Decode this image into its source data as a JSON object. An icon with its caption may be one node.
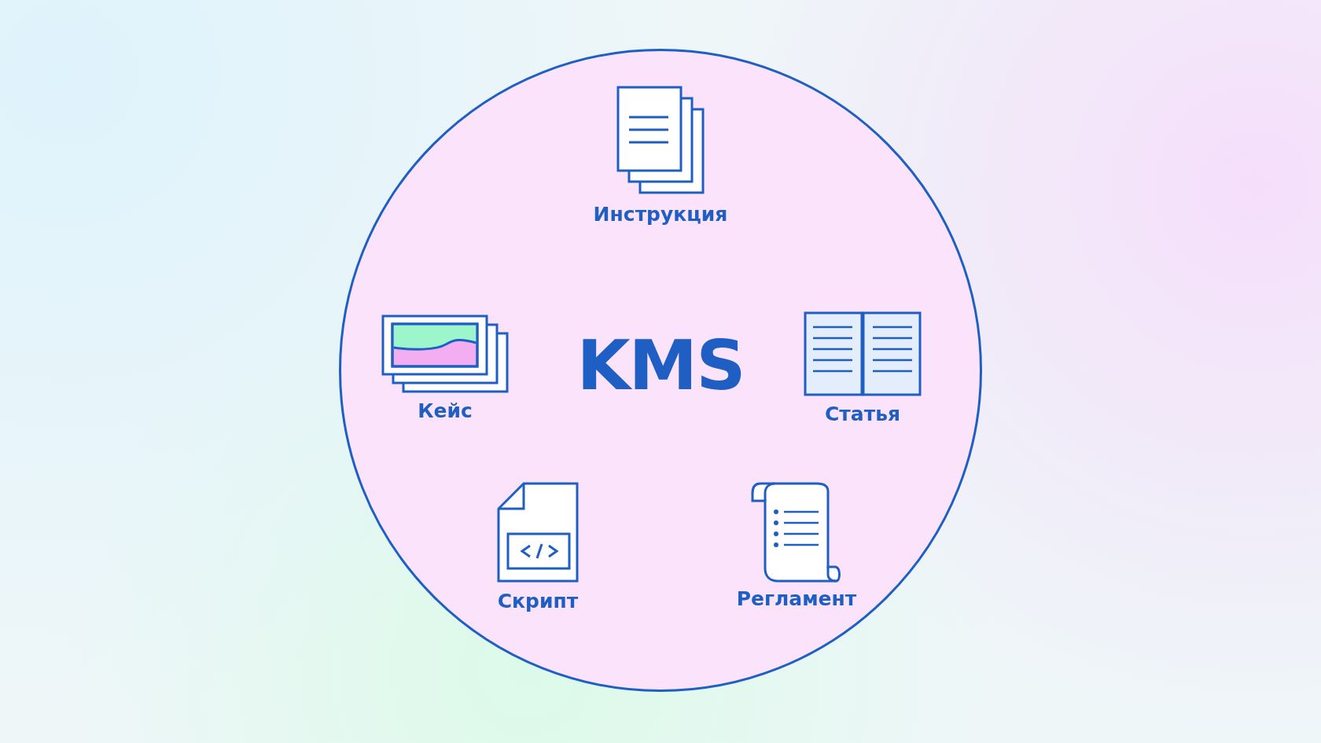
{
  "diagram": {
    "nodes": [
      {
        "text": [
          "KMS"
        ]
      },
      {
        "text": [
          "Инструкция"
        ],
        "in": 0
      },
      {
        "text": [
          "Кейс"
        ],
        "in": 0
      },
      {
        "text": [
          "Статья"
        ],
        "in": 0
      },
      {
        "text": [
          "Скрипт"
        ],
        "in": 0
      },
      {
        "text": [
          "Регламент"
        ],
        "in": 0
      }
    ],
    "edges": []
  }
}
